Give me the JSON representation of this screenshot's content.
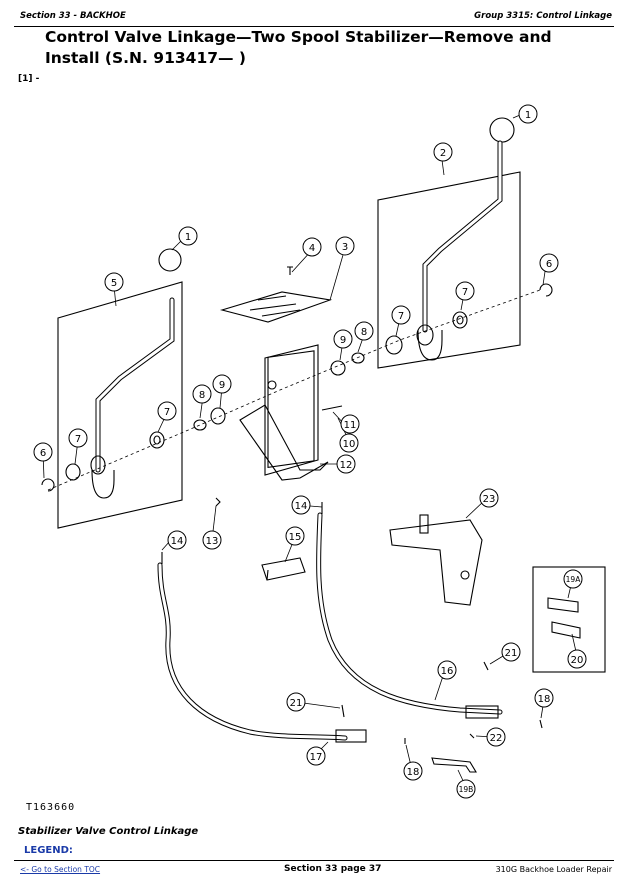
{
  "header": {
    "section": "Section 33 - BACKHOE",
    "group": "Group 3315: Control Linkage"
  },
  "title": "Control Valve Linkage—Two Spool Stabilizer—Remove and Install (S.N. 913417— )",
  "ref_mark": "[1] -",
  "figure": {
    "callouts": {
      "c1a": "1",
      "c1b": "1",
      "c2": "2",
      "c3": "3",
      "c4": "4",
      "c5": "5",
      "c6a": "6",
      "c6b": "6",
      "c7a": "7",
      "c7b": "7",
      "c7c": "7",
      "c7d": "7",
      "c8a": "8",
      "c8b": "8",
      "c9a": "9",
      "c9b": "9",
      "c10": "10",
      "c11": "11",
      "c12": "12",
      "c13": "13",
      "c14a": "14",
      "c14b": "14",
      "c15": "15",
      "c16": "16",
      "c17": "17",
      "c18a": "18",
      "c18b": "18",
      "c19a": "19A",
      "c19b": "19B",
      "c20": "20",
      "c21a": "21",
      "c21b": "21",
      "c22": "22",
      "c23": "23"
    },
    "figure_id": "T163660"
  },
  "caption": "Stabilizer Valve Control Linkage",
  "legend_label": "LEGEND:",
  "footer": {
    "toc_link": "<- Go to Section TOC",
    "page": "Section 33 page 37",
    "book": "310G Backhoe Loader Repair"
  }
}
